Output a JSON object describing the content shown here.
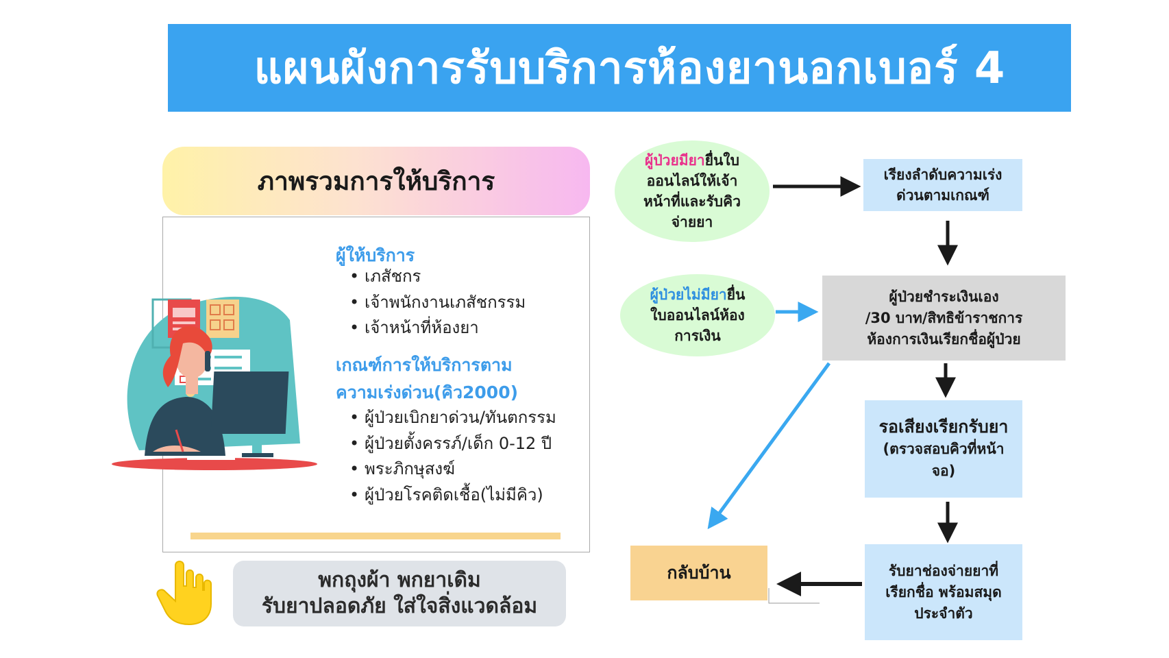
{
  "title": "แผนผังการรับบริการห้องยานอกเบอร์ 4",
  "overview": {
    "header": "ภาพรวมการให้บริการ",
    "providers": {
      "heading": "ผู้ให้บริการ",
      "items": [
        "เภสัชกร",
        "เจ้าพนักงานเภสัชกรรม",
        "เจ้าหน้าที่ห้องยา"
      ]
    },
    "criteria": {
      "heading_line1": "เกณฑ์การให้บริการตาม",
      "heading_line2": "ความเร่งด่วน(คิว2000)",
      "items": [
        "ผู้ป่วยเบิกยาด่วน/ทันตกรรม",
        "ผู้ป่วยตั้งครรภ์/เด็ก 0-12 ปี",
        "พระภิกษุสงฆ์",
        "ผู้ป่วยโรคติดเชื้อ(ไม่มีคิว)"
      ]
    }
  },
  "reminder": {
    "line1": "พกถุงผ้า พกยาเดิม",
    "line2": "รับยาปลอดภัย ใส่ใจสิ่งแวดล้อม"
  },
  "flow": {
    "online_patient": {
      "highlight": "ผู้ป่วยมียา",
      "rest_line1": "ยื่นใบ",
      "line2": "ออนไลน์ให้เจ้า",
      "line3": "หน้าที่และรับคิว",
      "line4": "จ่ายยา"
    },
    "offline_patient": {
      "highlight": "ผู้ป่วยไม่มียา",
      "rest_line1": "ยื่น",
      "line2": "ใบออนไลน์ห้อง",
      "line3": "การเงิน"
    },
    "priority": {
      "line1": "เรียงลำดับความเร่ง",
      "line2": "ด่วนตามเกณฑ์"
    },
    "payment": {
      "line1": "ผู้ป่วยชำระเงินเอง",
      "line2": "/30 บาท/สิทธิข้าราชการ",
      "line3": "ห้องการเงินเรียกชื่อผู้ป่วย"
    },
    "wait": {
      "line1": "รอเสียงเรียกรับยา",
      "line2": "(ตรวจสอบคิวที่หน้า",
      "line3": "จอ)"
    },
    "pickup": {
      "line1": "รับยาช่องจ่ายยาที่",
      "line2": "เรียกชื่อ พร้อมสมุด",
      "line3": "ประจำตัว"
    },
    "home": "กลับบ้าน"
  },
  "colors": {
    "banner": "#3aa3f0",
    "oval": "#d9fbd5",
    "box_blue": "#cbe6fb",
    "box_grey": "#d8d8d8",
    "box_orange": "#f9d391",
    "highlight_pink": "#e9318c",
    "arrow_blue": "#3aa8f0"
  }
}
